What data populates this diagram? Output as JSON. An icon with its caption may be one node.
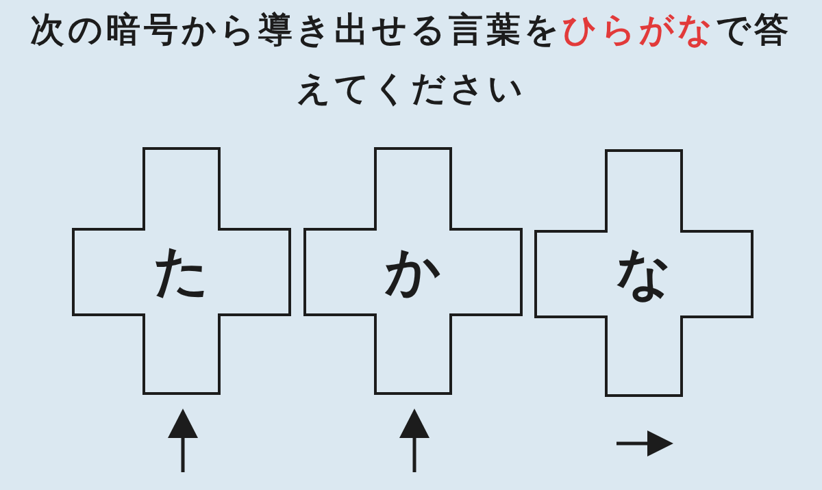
{
  "diagram": {
    "title": "次の暗号から導き出せる言葉を**ひらがな**で答えてください",
    "nodes": [
      {
        "text": [
          "た"
        ]
      },
      {
        "text": [
          "か"
        ]
      },
      {
        "text": [
          "な"
        ]
      }
    ]
  }
}
